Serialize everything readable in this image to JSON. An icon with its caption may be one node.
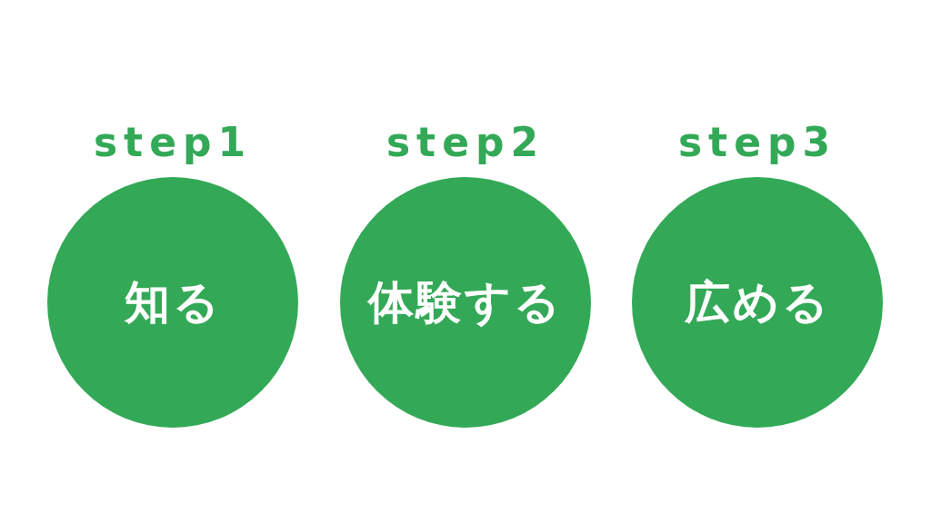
{
  "diagram": {
    "nodes": [
      {
        "text": [
          "step1",
          "知る"
        ]
      },
      {
        "text": [
          "step2",
          "体験する"
        ]
      },
      {
        "text": [
          "step3",
          "広める"
        ]
      }
    ],
    "edges": []
  }
}
